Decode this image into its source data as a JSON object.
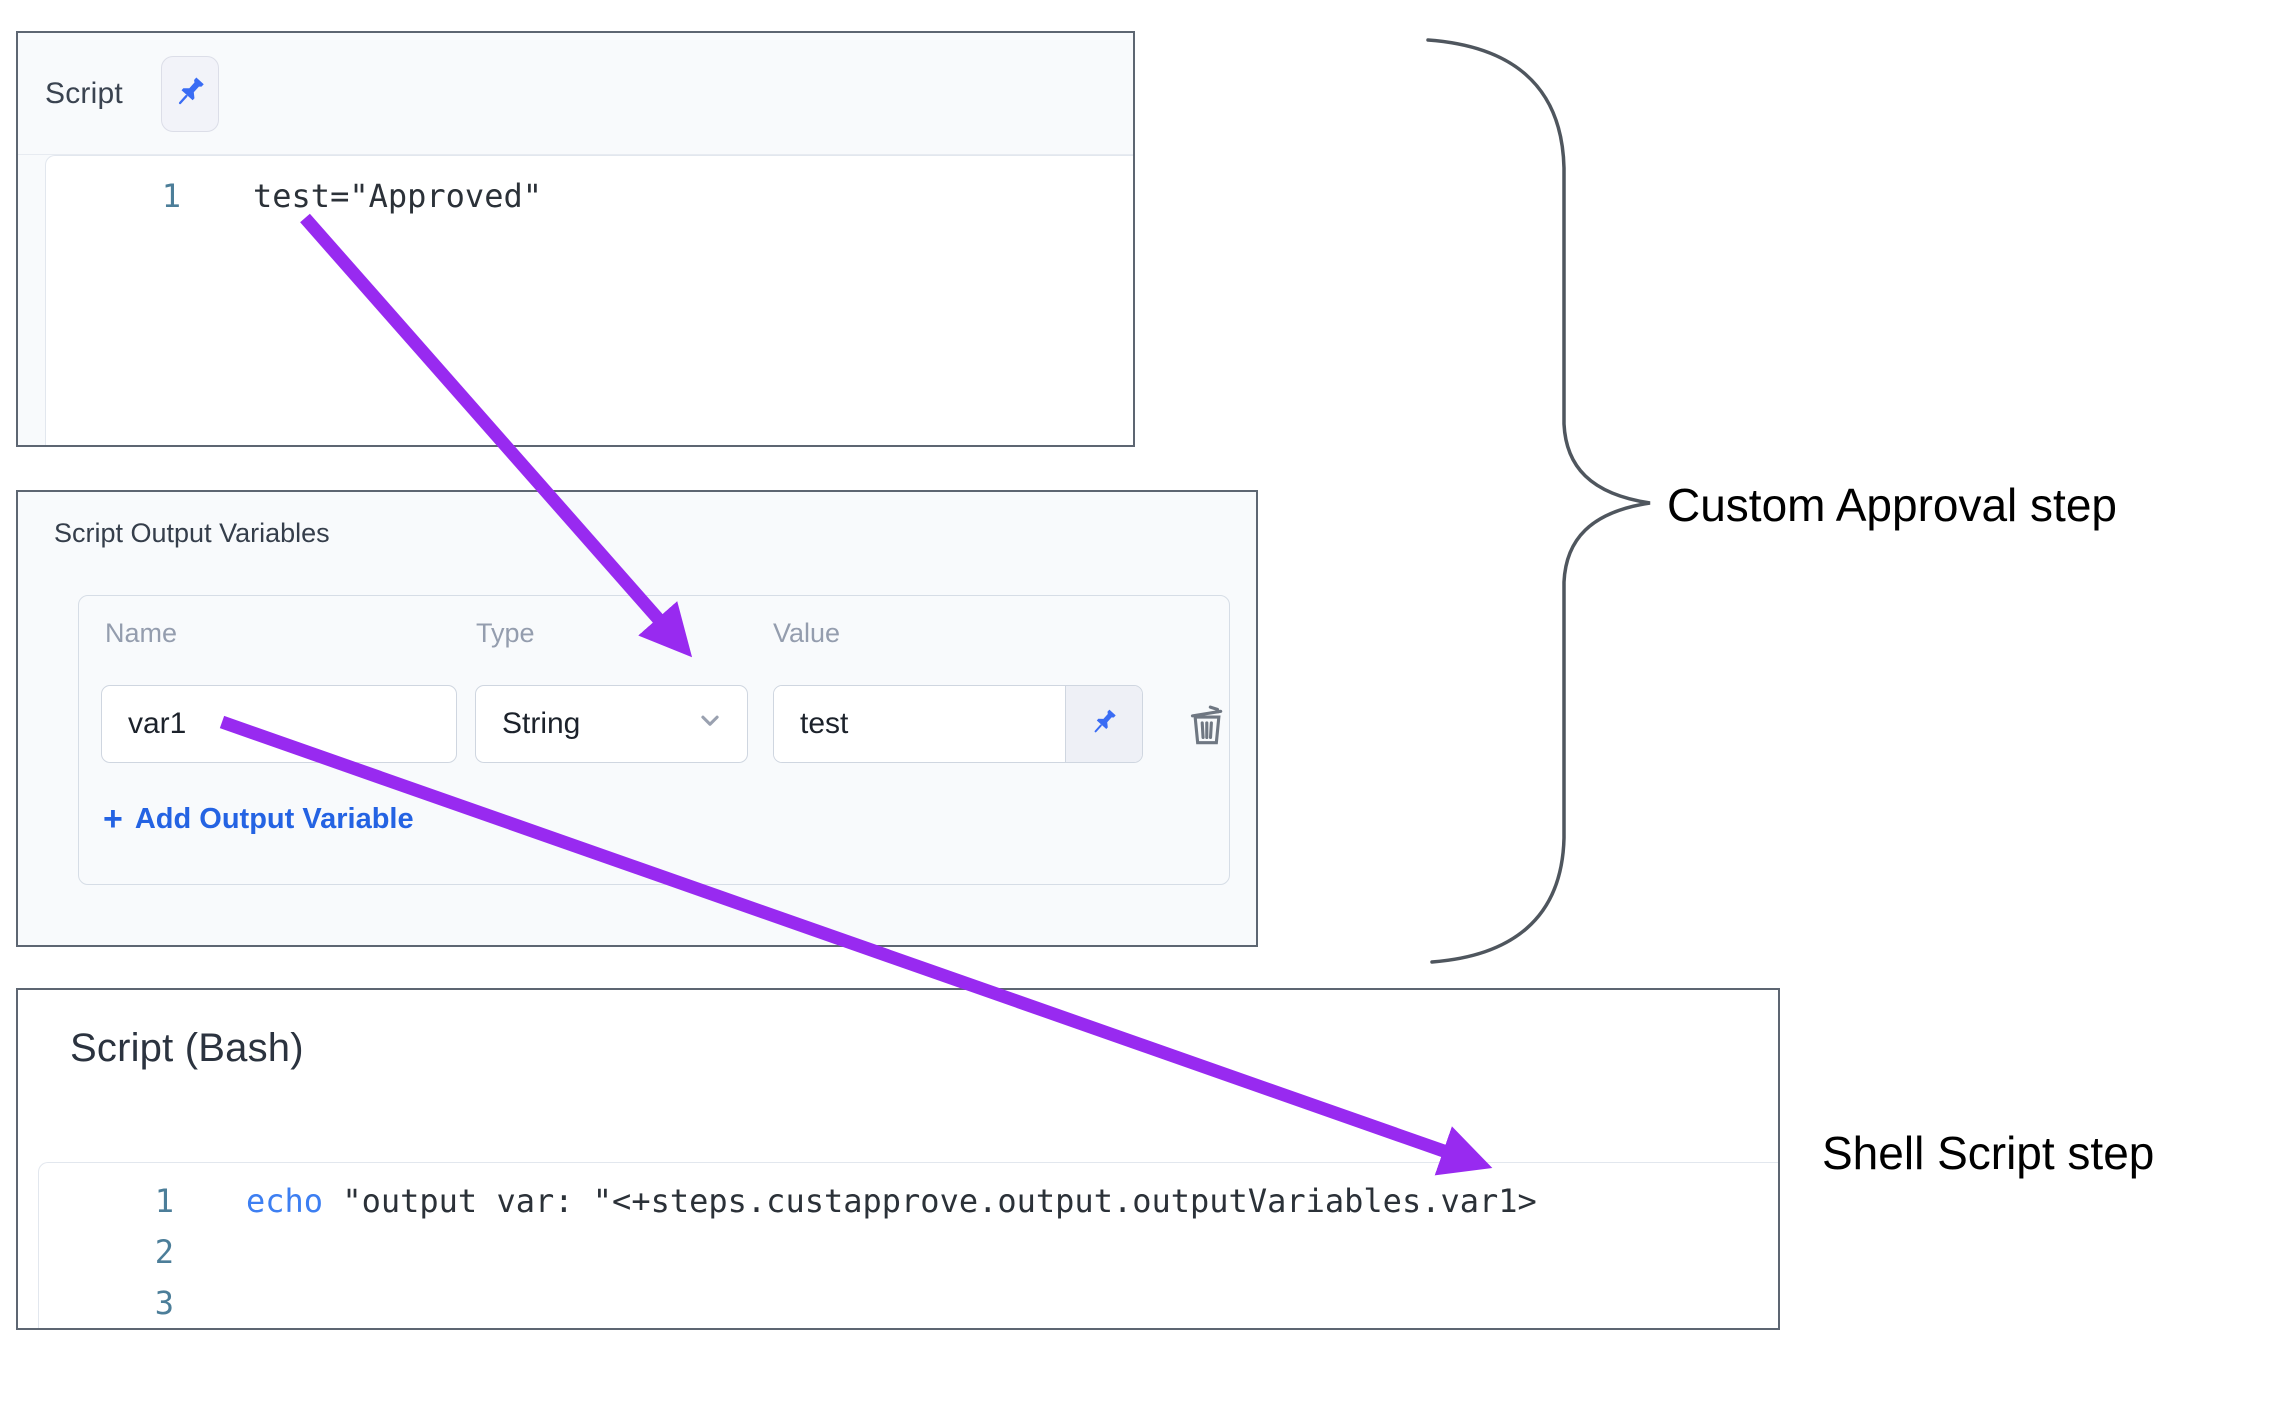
{
  "annotations": {
    "custom_approval": "Custom Approval step",
    "shell_script": "Shell Script step"
  },
  "script_panel": {
    "title": "Script",
    "line_number": "1",
    "code_line": "test=\"Approved\""
  },
  "variables_panel": {
    "title": "Script Output Variables",
    "columns": {
      "name": "Name",
      "type": "Type",
      "value": "Value"
    },
    "row": {
      "name": "var1",
      "type": "String",
      "value": "test"
    },
    "add_plus": "+",
    "add_label": "Add Output Variable"
  },
  "bash_panel": {
    "title": "Script (Bash)",
    "lines": [
      {
        "ln": "1",
        "kw": "echo",
        "rest": " \"output var: \"<+steps.custapprove.output.outputVariables.var1>"
      },
      {
        "ln": "2",
        "kw": "",
        "rest": ""
      },
      {
        "ln": "3",
        "kw": "",
        "rest": ""
      }
    ]
  },
  "colors": {
    "arrow_purple": "#982af0",
    "link_blue": "#2463e3",
    "pin_blue": "#3a6cf4",
    "keyword_blue": "#3d7ff2",
    "line_number_teal": "#4c7e99",
    "panel_border_gray": "#5d6672",
    "panel_bg_light": "#f8fafc"
  }
}
